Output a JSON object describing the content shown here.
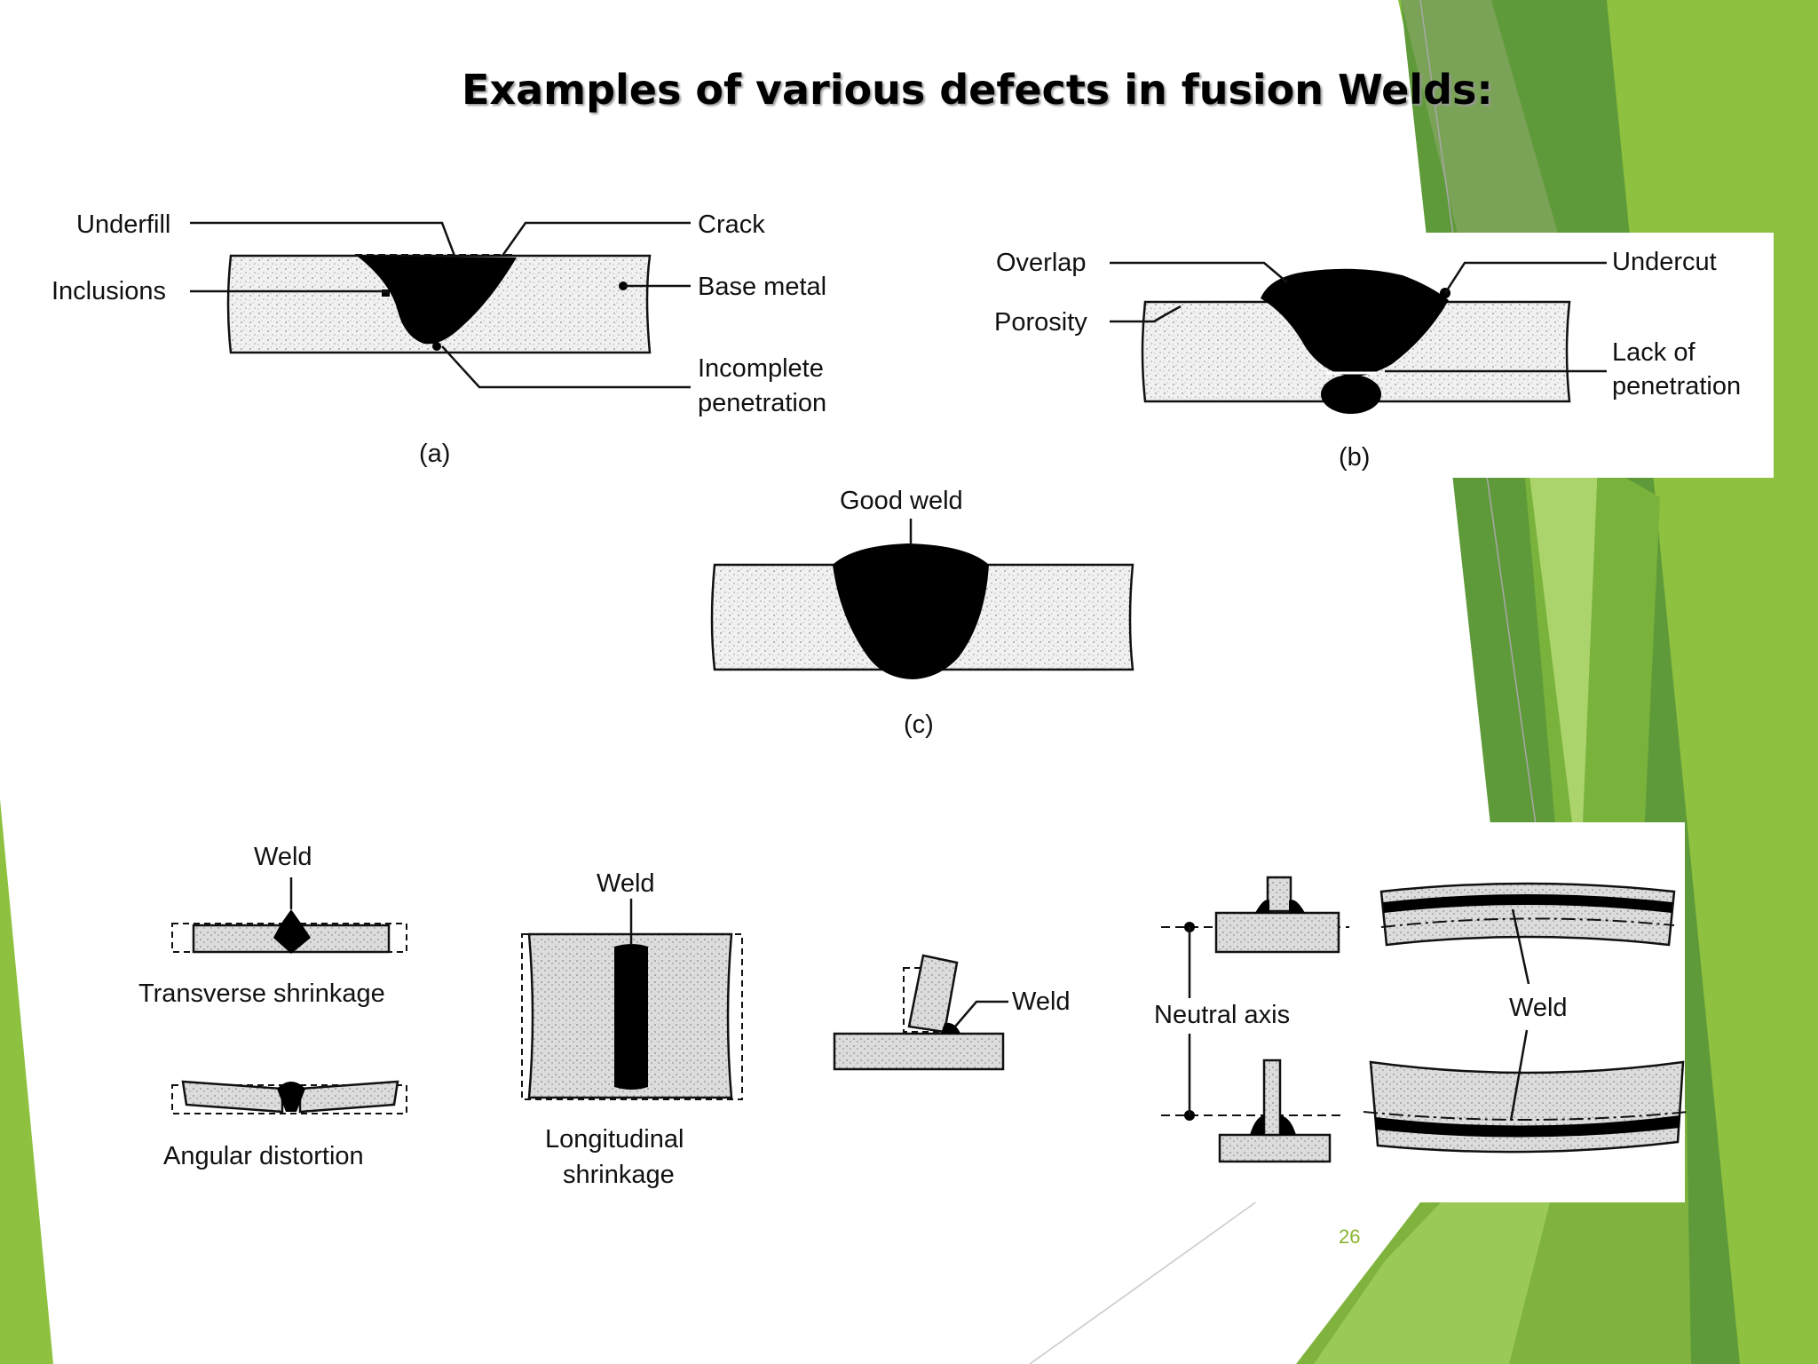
{
  "slide": {
    "title": "Examples of various defects in fusion Welds:",
    "page_number": "26"
  },
  "fig_a": {
    "underfill": "Underfill",
    "inclusions": "Inclusions",
    "crack": "Crack",
    "base_metal": "Base metal",
    "incomplete_line1": "Incomplete",
    "incomplete_line2": "penetration",
    "caption": "(a)"
  },
  "fig_b": {
    "overlap": "Overlap",
    "porosity": "Porosity",
    "undercut": "Undercut",
    "lack_line1": "Lack of",
    "lack_line2": "penetration",
    "caption": "(b)"
  },
  "fig_c": {
    "good_weld": "Good weld",
    "caption": "(c)"
  },
  "distortion": {
    "weld_transverse": "Weld",
    "transverse_shrinkage": "Transverse shrinkage",
    "angular_distortion": "Angular distortion",
    "weld_longitudinal": "Weld",
    "longitudinal_line1": "Longitudinal",
    "longitudinal_line2": "shrinkage",
    "weld_tee": "Weld",
    "neutral_axis": "Neutral axis",
    "weld_bent": "Weld"
  },
  "colors": {
    "green_dark": "#4f8a33",
    "green_mid": "#6aa13a",
    "green_light": "#8dc13f",
    "green_pale": "#b9dc7a",
    "page_number": "#8ab42e"
  }
}
